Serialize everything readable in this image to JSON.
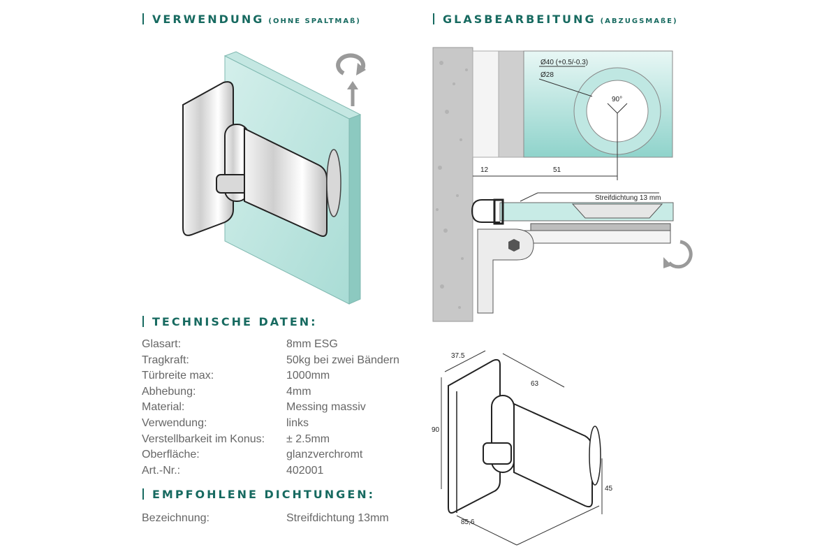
{
  "sections": {
    "usage": {
      "title": "VERWENDUNG",
      "subtitle": "(OHNE SPALTMAß)"
    },
    "glass": {
      "title": "GLASBEARBEITUNG",
      "subtitle": "(ABZUGSMAßE)"
    },
    "tech": {
      "title": "TECHNISCHE DATEN:"
    },
    "seals": {
      "title": "EMPFOHLENE DICHTUNGEN:"
    }
  },
  "tech_data": [
    {
      "label": "Glasart:",
      "value": "8mm ESG"
    },
    {
      "label": "Tragkraft:",
      "value": "50kg bei zwei Bändern"
    },
    {
      "label": "Türbreite max:",
      "value": "1000mm"
    },
    {
      "label": "Abhebung:",
      "value": "4mm"
    },
    {
      "label": "Material:",
      "value": "Messing massiv"
    },
    {
      "label": "Verwendung:",
      "value": "links"
    },
    {
      "label": "Verstellbarkeit im Konus:",
      "value": "± 2.5mm"
    },
    {
      "label": "Oberfläche:",
      "value": "glanzverchromt"
    },
    {
      "label": "Art.-Nr.:",
      "value": "402001"
    }
  ],
  "seals": [
    {
      "label": "Bezeichnung:",
      "value": "Streifdichtung 13mm"
    }
  ],
  "glass_drawing": {
    "d40": "Ø40 (+0.5/-0.3)",
    "d28": "Ø28",
    "angle": "90°",
    "dim12": "12",
    "dim51": "51",
    "seal_label": "Streifdichtung 13 mm"
  },
  "hinge_dims": {
    "d375": "37.5",
    "d63": "63",
    "d90": "90",
    "d45": "45",
    "d856": "85,6"
  },
  "colors": {
    "accent": "#176a60",
    "glass": "#a8dcd6"
  }
}
